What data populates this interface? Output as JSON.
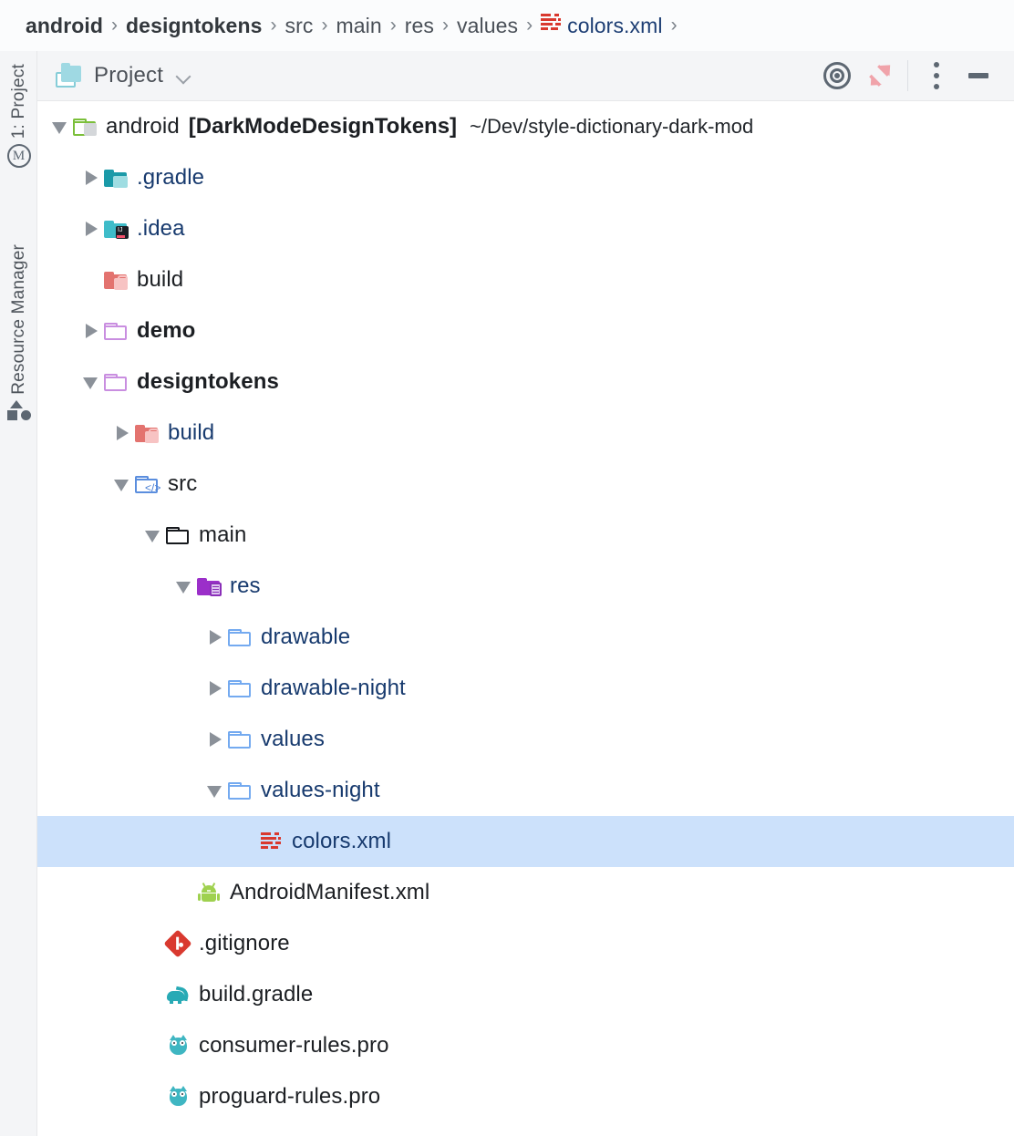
{
  "breadcrumb": {
    "items": [
      {
        "label": "android",
        "bold": true,
        "icon": null
      },
      {
        "label": "designtokens",
        "bold": true,
        "icon": null
      },
      {
        "label": "src",
        "bold": false,
        "icon": null
      },
      {
        "label": "main",
        "bold": false,
        "icon": null
      },
      {
        "label": "res",
        "bold": false,
        "icon": null
      },
      {
        "label": "values",
        "bold": false,
        "icon": null
      },
      {
        "label": "colors.xml",
        "bold": false,
        "icon": "xml-icon",
        "file": true
      }
    ],
    "separator": "›",
    "trailing_separator": "›"
  },
  "tool_strip": {
    "tabs": [
      {
        "label": "1: Project",
        "icon": "circled-m-icon"
      },
      {
        "label": "Resource Manager",
        "icon": "shapes-icon"
      }
    ]
  },
  "tool_window": {
    "title": "Project",
    "title_icon": "project-folders-icon",
    "dropdown_icon": "chevron-down-icon",
    "actions": [
      {
        "name": "select-opened-file",
        "icon": "target-icon"
      },
      {
        "name": "collapse-all",
        "icon": "collapse-all-icon"
      },
      {
        "name": "options-menu",
        "icon": "kebab-menu-icon"
      },
      {
        "name": "hide-tool-window",
        "icon": "minimize-icon"
      }
    ]
  },
  "tree": {
    "selected_color": "#cce1fb",
    "rows": [
      {
        "indent": 0,
        "twisty": "expanded",
        "icon": "android-module-icon",
        "label": "android",
        "bold": false,
        "navy": false,
        "suffix": "[DarkModeDesignTokens]",
        "path": "~/Dev/style-dictionary-dark-mod",
        "selected": false
      },
      {
        "indent": 1,
        "twisty": "collapsed",
        "icon": "gradle-folder-icon",
        "label": ".gradle",
        "bold": false,
        "navy": true,
        "selected": false
      },
      {
        "indent": 1,
        "twisty": "collapsed",
        "icon": "idea-folder-icon",
        "label": ".idea",
        "bold": false,
        "navy": true,
        "selected": false
      },
      {
        "indent": 1,
        "twisty": "none",
        "icon": "build-folder-icon",
        "label": "build",
        "bold": false,
        "navy": false,
        "selected": false
      },
      {
        "indent": 1,
        "twisty": "collapsed",
        "icon": "module-folder-icon",
        "label": "demo",
        "bold": true,
        "navy": false,
        "selected": false
      },
      {
        "indent": 1,
        "twisty": "expanded",
        "icon": "module-folder-icon",
        "label": "designtokens",
        "bold": true,
        "navy": false,
        "selected": false
      },
      {
        "indent": 2,
        "twisty": "collapsed",
        "icon": "build-folder-icon",
        "label": "build",
        "bold": false,
        "navy": true,
        "selected": false
      },
      {
        "indent": 2,
        "twisty": "expanded",
        "icon": "source-folder-icon",
        "label": "src",
        "bold": false,
        "navy": false,
        "selected": false
      },
      {
        "indent": 3,
        "twisty": "expanded",
        "icon": "plain-folder-icon",
        "label": "main",
        "bold": false,
        "navy": false,
        "selected": false
      },
      {
        "indent": 4,
        "twisty": "expanded",
        "icon": "res-folder-icon",
        "label": "res",
        "bold": false,
        "navy": true,
        "selected": false
      },
      {
        "indent": 5,
        "twisty": "collapsed",
        "icon": "blue-folder-icon",
        "label": "drawable",
        "bold": false,
        "navy": true,
        "selected": false
      },
      {
        "indent": 5,
        "twisty": "collapsed",
        "icon": "blue-folder-icon",
        "label": "drawable-night",
        "bold": false,
        "navy": true,
        "selected": false
      },
      {
        "indent": 5,
        "twisty": "collapsed",
        "icon": "blue-folder-icon",
        "label": "values",
        "bold": false,
        "navy": true,
        "selected": false
      },
      {
        "indent": 5,
        "twisty": "expanded",
        "icon": "blue-folder-icon",
        "label": "values-night",
        "bold": false,
        "navy": true,
        "selected": false
      },
      {
        "indent": 6,
        "twisty": "none",
        "icon": "xml-icon",
        "label": "colors.xml",
        "bold": false,
        "navy": true,
        "selected": true
      },
      {
        "indent": 4,
        "twisty": "none",
        "icon": "android-robot-icon",
        "label": "AndroidManifest.xml",
        "bold": false,
        "navy": false,
        "selected": false
      },
      {
        "indent": 3,
        "twisty": "none",
        "icon": "git-icon",
        "label": ".gitignore",
        "bold": false,
        "navy": false,
        "selected": false
      },
      {
        "indent": 3,
        "twisty": "none",
        "icon": "gradle-icon",
        "label": "build.gradle",
        "bold": false,
        "navy": false,
        "selected": false
      },
      {
        "indent": 3,
        "twisty": "none",
        "icon": "owl-icon",
        "label": "consumer-rules.pro",
        "bold": false,
        "navy": false,
        "selected": false
      },
      {
        "indent": 3,
        "twisty": "none",
        "icon": "owl-icon",
        "label": "proguard-rules.pro",
        "bold": false,
        "navy": false,
        "selected": false
      }
    ]
  }
}
